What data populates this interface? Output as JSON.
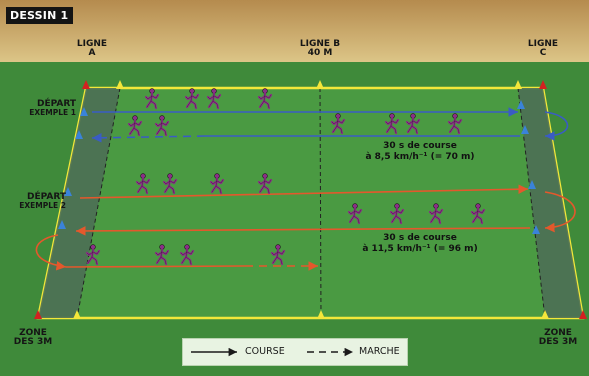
{
  "title": "DESSIN 1",
  "lines": {
    "a": {
      "top": "LIGNE",
      "bottom": "A"
    },
    "b": {
      "top": "LIGNE B",
      "bottom": "40 M"
    },
    "c": {
      "top": "LIGNE",
      "bottom": "C"
    }
  },
  "start_labels": {
    "example1": {
      "top": "DÉPART",
      "bottom": "EXEMPLE 1"
    },
    "example2": {
      "top": "DÉPART",
      "bottom": "EXEMPLE 2"
    }
  },
  "zones": {
    "left": {
      "top": "ZONE",
      "bottom": "DES 3M"
    },
    "right": {
      "top": "ZONE",
      "bottom": "DES 3M"
    }
  },
  "notes": {
    "example1": {
      "line1": "30 s de course",
      "line2": "à 8,5 km/h⁻¹ (= 70 m)"
    },
    "example2": {
      "line1": "30 s de course",
      "line2": "à 11,5 km/h⁻¹ (= 96 m)"
    }
  },
  "legend": {
    "run": "COURSE",
    "walk": "MARCHE"
  },
  "colors": {
    "sky": "#c9ab6b",
    "field": "#3f8a3a",
    "field_line": "#f2e83a",
    "example1_arrow": "#3a5cc4",
    "example2_arrow": "#e4582c",
    "runner": "#8a2f86",
    "zone": "#4c6f55",
    "cone_red": "#d32020",
    "cone_yellow": "#f3e63a",
    "cone_blue": "#3a83d9"
  }
}
